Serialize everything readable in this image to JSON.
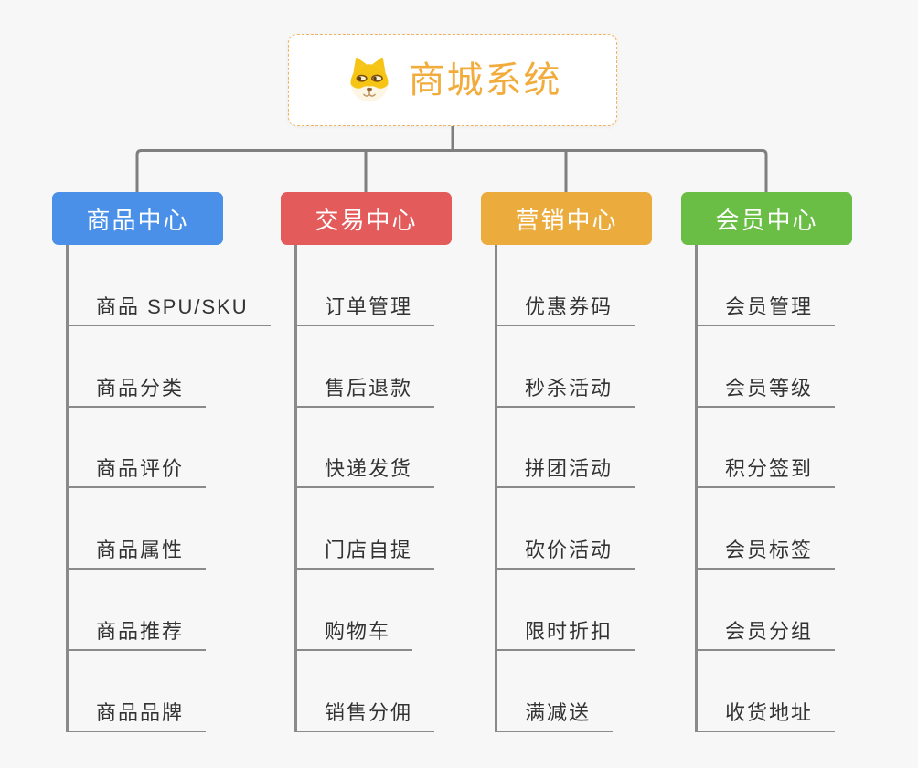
{
  "root": {
    "title": "商城系统",
    "icon": "dog-face-icon"
  },
  "theme": {
    "canvas_background": "#f7f7f7",
    "connector_color": "#7f7f7f",
    "item_line_color": "#8a8a8a",
    "item_text_color": "#333333",
    "root_border_color": "#f1b45c",
    "root_text_color": "#f1ac3c"
  },
  "branches": [
    {
      "key": "product-center",
      "label": "商品中心",
      "color": "#4a90e8",
      "children": [
        "商品 SPU/SKU",
        "商品分类",
        "商品评价",
        "商品属性",
        "商品推荐",
        "商品品牌"
      ]
    },
    {
      "key": "trade-center",
      "label": "交易中心",
      "color": "#e45b5b",
      "children": [
        "订单管理",
        "售后退款",
        "快递发货",
        "门店自提",
        "购物车",
        "销售分佣"
      ]
    },
    {
      "key": "marketing-center",
      "label": "营销中心",
      "color": "#ebac3d",
      "children": [
        "优惠券码",
        "秒杀活动",
        "拼团活动",
        "砍价活动",
        "限时折扣",
        "满减送"
      ]
    },
    {
      "key": "member-center",
      "label": "会员中心",
      "color": "#6abd45",
      "children": [
        "会员管理",
        "会员等级",
        "积分签到",
        "会员标签",
        "会员分组",
        "收货地址"
      ]
    }
  ]
}
